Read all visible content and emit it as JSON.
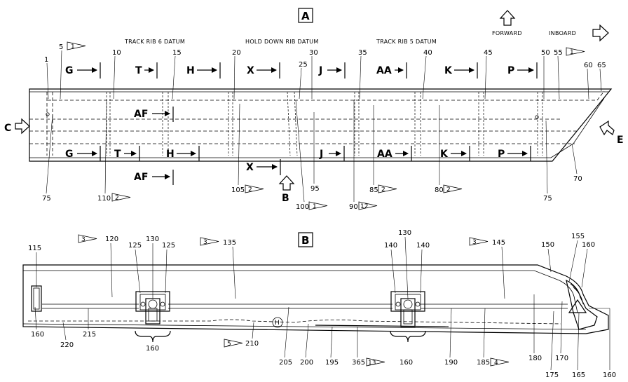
{
  "views": {
    "a": "A",
    "b": "B"
  },
  "datums": {
    "track_rib_6": "TRACK RIB 6 DATUM",
    "hold_down_rib": "HOLD DOWN RIB DATUM",
    "track_rib_5": "TRACK RIB 5 DATUM"
  },
  "directions": {
    "forward": "FORWARD",
    "inboard": "INBOARD"
  },
  "view_a_letters": {
    "b": "B",
    "c": "C",
    "e": "E"
  },
  "sections": {
    "top_row": [
      "G",
      "T",
      "H",
      "X",
      "J",
      "AA",
      "K",
      "P"
    ],
    "bottom_row": [
      "G",
      "T",
      "H",
      "X",
      "J",
      "AA",
      "K",
      "P"
    ],
    "af_upper": "AF",
    "af_lower": "AF"
  },
  "view_a_numbers": {
    "n1": "1",
    "n5": "5",
    "n10": "10",
    "n15": "15",
    "n20": "20",
    "n25": "25",
    "n30": "30",
    "n35": "35",
    "n40": "40",
    "n45": "45",
    "n50": "50",
    "n55": "55",
    "n60": "60",
    "n65": "65",
    "n70": "70",
    "n75a": "75",
    "n75b": "75",
    "n80": "80",
    "n85": "85",
    "n90": "90",
    "n95": "95",
    "n100": "100",
    "n105": "105",
    "n110": "110"
  },
  "view_a_flags": {
    "f5": "1",
    "f55": "1",
    "f110": "2",
    "f105": "2",
    "f100": "1",
    "f90": "12",
    "f85": "2",
    "f80": "2"
  },
  "view_b_numbers": {
    "n115": "115",
    "n120": "120",
    "n125a": "125",
    "n130a": "130",
    "n125b": "125",
    "n135": "135",
    "n130b": "130",
    "n140a": "140",
    "n140b": "140",
    "n145": "145",
    "n150": "150",
    "n155": "155",
    "n160a": "160",
    "n160b": "160",
    "n160c": "160",
    "n160d": "160",
    "n160e": "160",
    "n165": "165",
    "n170": "170",
    "n175": "175",
    "n180": "180",
    "n185": "185",
    "n190": "190",
    "n195": "195",
    "n200": "200",
    "n205": "205",
    "n210": "210",
    "n215": "215",
    "n220": "220",
    "n365": "365",
    "h_marker": "H"
  },
  "view_b_flags": {
    "f120": "3",
    "f135": "3",
    "f145": "3",
    "f210": "5",
    "f365": "13",
    "f185": "4"
  }
}
